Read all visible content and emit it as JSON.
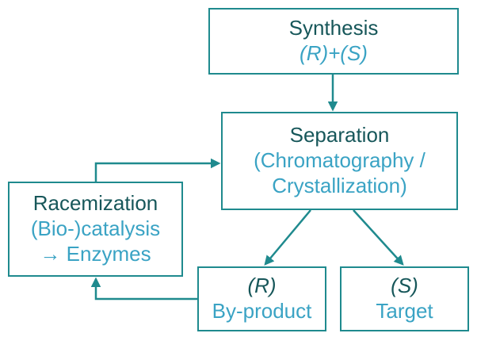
{
  "colors": {
    "border": "#1f8a8e",
    "title_text": "#17575a",
    "sub_text": "#3aa3c4",
    "arrow": "#1f8a8e"
  },
  "synthesis": {
    "title": "Synthesis",
    "sub": "(R)+(S)"
  },
  "separation": {
    "title": "Separation",
    "sub_line1": "(Chromatography /",
    "sub_line2": "Crystallization)"
  },
  "racemization": {
    "title": "Racemization",
    "sub_line1": "(Bio-)catalysis",
    "sub_line2": "Enzymes",
    "arrow_glyph": "→"
  },
  "by_product": {
    "label": "(R)",
    "sub": "By-product"
  },
  "target": {
    "label": "(S)",
    "sub": "Target"
  }
}
